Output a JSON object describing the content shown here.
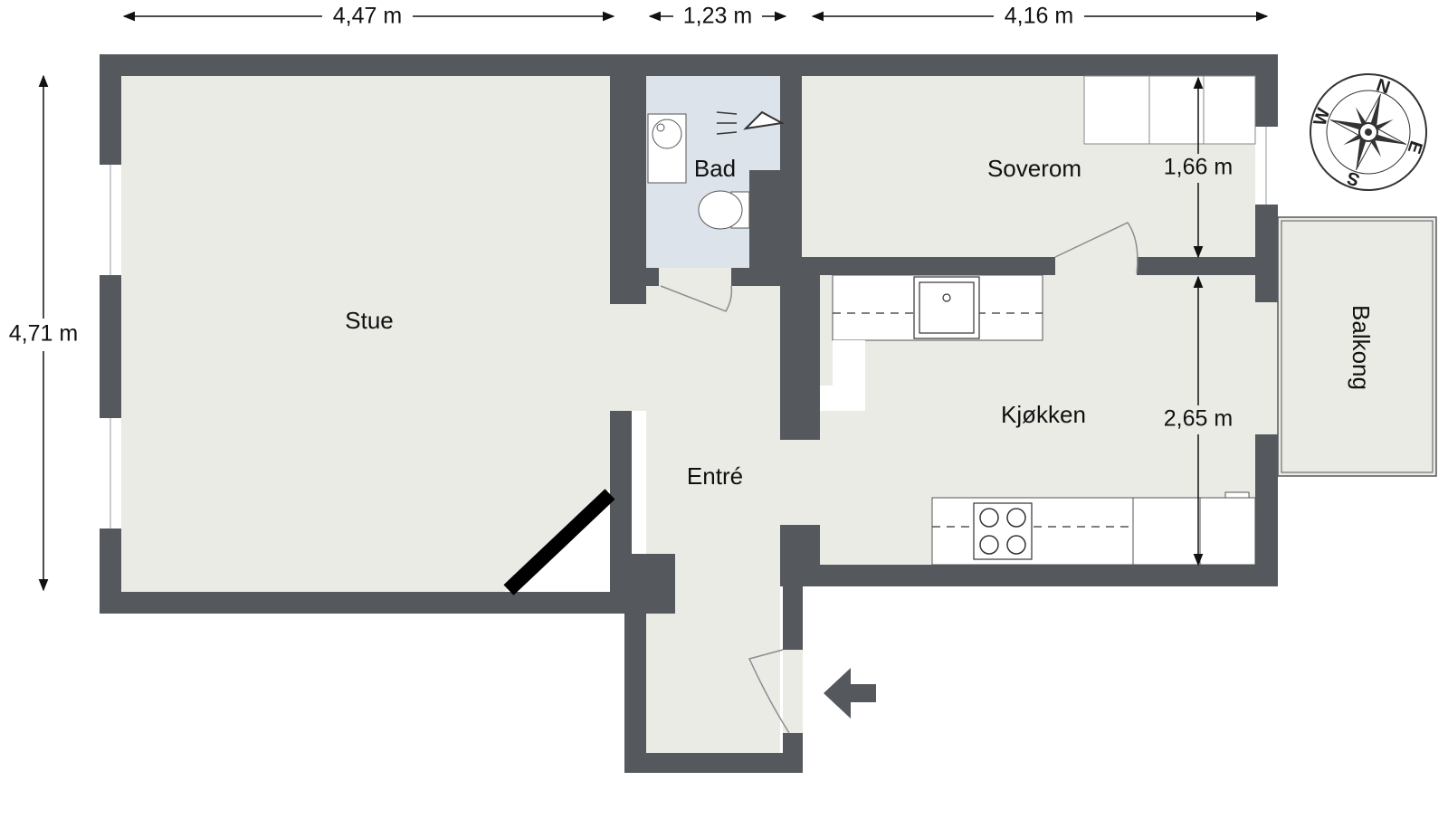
{
  "rooms": {
    "stue": "Stue",
    "bad": "Bad",
    "soverom": "Soverom",
    "kjokken": "Kjøkken",
    "entre": "Entré",
    "balkong": "Balkong"
  },
  "dimensions": {
    "top_left": "4,47 m",
    "top_middle": "1,23 m",
    "top_right": "4,16 m",
    "left": "4,71 m",
    "soverom_depth": "1,66 m",
    "kjokken_depth": "2,65 m"
  },
  "compass": {
    "n": "N",
    "e": "E",
    "s": "S",
    "w": "W"
  },
  "colors": {
    "wall": "#55585c",
    "floor": "#e9ebe4",
    "bath_floor": "#dde3ea",
    "fixture": "#ffffff",
    "door_line": "#8a8d91"
  }
}
